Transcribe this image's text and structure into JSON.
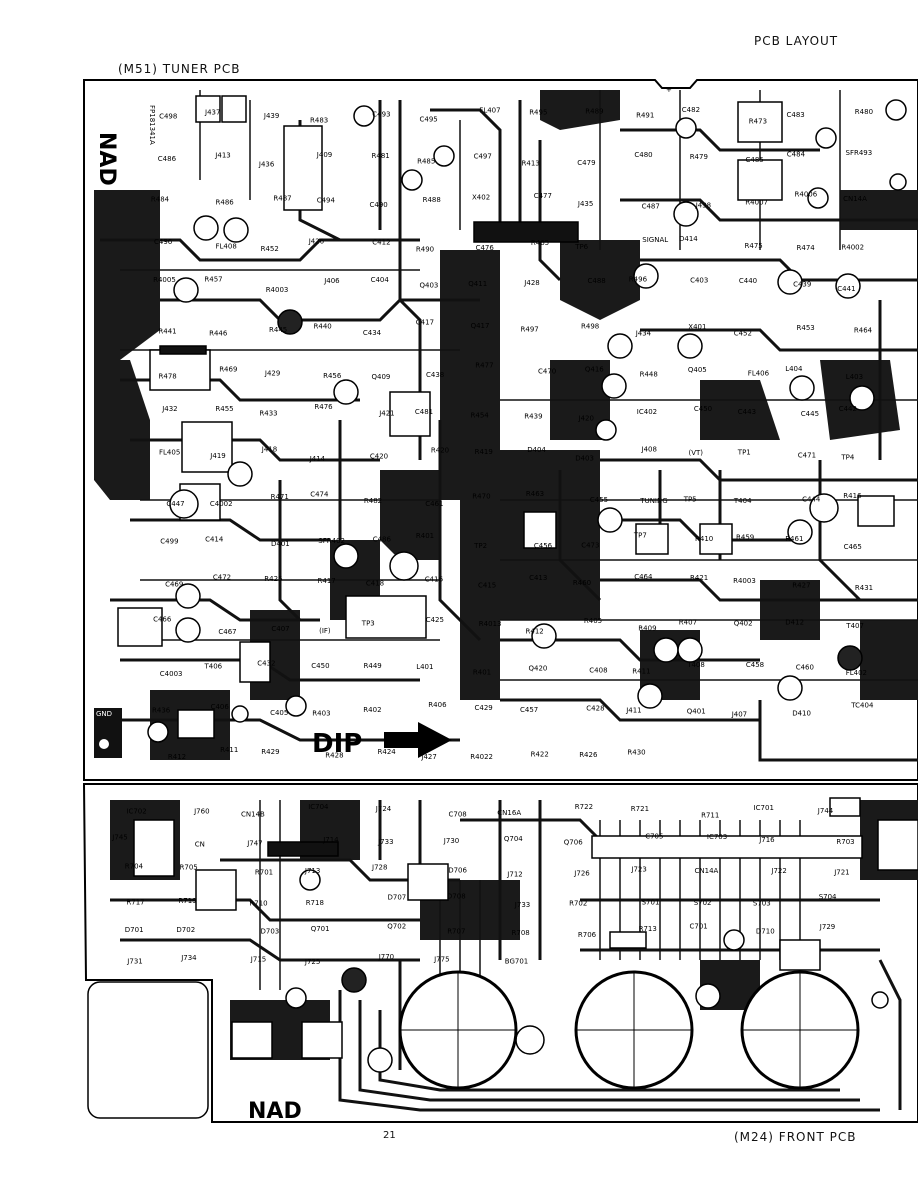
{
  "page": {
    "title": "PCB LAYOUT",
    "page_number": "21"
  },
  "boards": {
    "tuner": {
      "title": "(M51) TUNER PCB",
      "brand": "NAD",
      "dip_label": "DIP",
      "gnd_label": "GND",
      "board_code": "FP181341A"
    },
    "front": {
      "title": "(M24) FRONT PCB",
      "brand": "NAD"
    }
  },
  "tuner_labels": [
    "C498",
    "J437",
    "J439",
    "R483",
    "C493",
    "C495",
    "FL407",
    "R495",
    "R489",
    "R491",
    "C482",
    "R473",
    "C483",
    "R480",
    "C486",
    "J413",
    "J436",
    "J409",
    "R481",
    "R485",
    "C497",
    "R413",
    "C479",
    "C480",
    "R479",
    "C485",
    "C484",
    "SFR493",
    "R484",
    "R486",
    "R487",
    "C494",
    "C490",
    "R488",
    "X402",
    "C477",
    "J435",
    "C487",
    "J438",
    "R4007",
    "R4006",
    "CN14A",
    "C496",
    "FL408",
    "R452",
    "J426",
    "C412",
    "R490",
    "C476",
    "R465",
    "TP6",
    "SIGNAL",
    "D414",
    "R475",
    "R474",
    "R4002",
    "R4005",
    "R457",
    "R4003",
    "J406",
    "C404",
    "Q403",
    "Q411",
    "J428",
    "C488",
    "R496",
    "C403",
    "C440",
    "C439",
    "C441",
    "R441",
    "R446",
    "R445",
    "R440",
    "C434",
    "C417",
    "Q417",
    "R497",
    "R498",
    "J434",
    "X401",
    "C452",
    "R453",
    "R464",
    "R478",
    "R469",
    "J429",
    "R456",
    "Q409",
    "C438",
    "R477",
    "C470",
    "Q416",
    "R448",
    "Q405",
    "FL406",
    "L404",
    "L403",
    "J432",
    "R455",
    "R433",
    "R476",
    "J421",
    "C481",
    "R454",
    "R439",
    "J420",
    "IC402",
    "C450",
    "C443",
    "C445",
    "C442",
    "FL405",
    "J419",
    "J418",
    "J414",
    "C420",
    "R420",
    "R419",
    "D404",
    "D403",
    "J408",
    "(VT)",
    "TP1",
    "C471",
    "TP4",
    "C447",
    "C4002",
    "R471",
    "C474",
    "R482",
    "C461",
    "R470",
    "R463",
    "C455",
    "TUNING",
    "TP5",
    "T404",
    "C444",
    "R416",
    "C499",
    "C414",
    "D401",
    "SFR402",
    "C486",
    "R401",
    "TP2",
    "C456",
    "C473",
    "TP7",
    "R410",
    "R459",
    "R461",
    "C465",
    "C469",
    "C472",
    "R425",
    "R417",
    "C418",
    "C416",
    "C415",
    "C413",
    "R460",
    "C464",
    "R421",
    "R4003",
    "R427",
    "R431",
    "C466",
    "C467",
    "C407",
    "(IF)",
    "TP3",
    "C425",
    "R4013",
    "R412",
    "R405",
    "R409",
    "R407",
    "Q402",
    "D412",
    "T407",
    "C4003",
    "T406",
    "C432",
    "C450",
    "R449",
    "L401",
    "R401",
    "Q420",
    "C408",
    "R411",
    "T408",
    "C458",
    "C460",
    "FL402",
    "R436",
    "C406",
    "C405",
    "R403",
    "R402",
    "R406",
    "C429",
    "C457",
    "C428",
    "J411",
    "Q401",
    "J407",
    "D410",
    "TC404",
    "R412",
    "R411",
    "R429",
    "R428",
    "R424",
    "J427",
    "R4022",
    "R422",
    "R426",
    "R430"
  ],
  "front_labels": [
    "IC702",
    "J760",
    "CN14B",
    "IC704",
    "J724",
    "C708",
    "CN16A",
    "R722",
    "R721",
    "R711",
    "IC701",
    "J744",
    "J745",
    "CN",
    "J747",
    "J714",
    "J733",
    "J730",
    "Q704",
    "Q706",
    "C705",
    "IC703",
    "J716",
    "R703",
    "R704",
    "R705",
    "R701",
    "J713",
    "J728",
    "D706",
    "J712",
    "J726",
    "J723",
    "CN14A",
    "J722",
    "J721",
    "R717",
    "R719",
    "R710",
    "R718",
    "D707",
    "D708",
    "J733",
    "R702",
    "S701",
    "S702",
    "S703",
    "S704",
    "D701",
    "D702",
    "D703",
    "Q701",
    "Q702",
    "R707",
    "R708",
    "R706",
    "R713",
    "C701",
    "D710",
    "J729",
    "J731",
    "J734",
    "J715",
    "J725",
    "J770",
    "J775",
    "BG701"
  ],
  "colors": {
    "copper": "#111111",
    "board": "#ffffff",
    "ink": "#000000"
  }
}
